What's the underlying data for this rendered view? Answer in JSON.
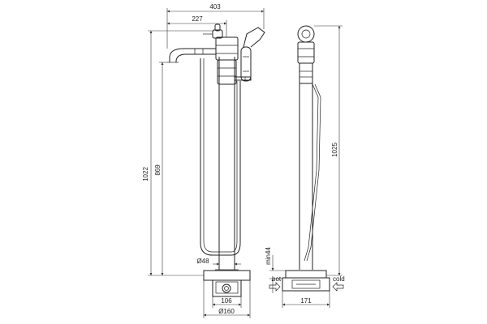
{
  "dimensions": {
    "width_overall": "403",
    "spout_reach": "227",
    "height_total": "1022",
    "height_spout": "869",
    "height_side": "1025",
    "min_base": "min44",
    "pipe_diameter": "Ø48",
    "base_inner": "106",
    "base_outer": "Ø160",
    "base_side": "171"
  },
  "labels": {
    "hot": "hot",
    "cold": "cold"
  }
}
